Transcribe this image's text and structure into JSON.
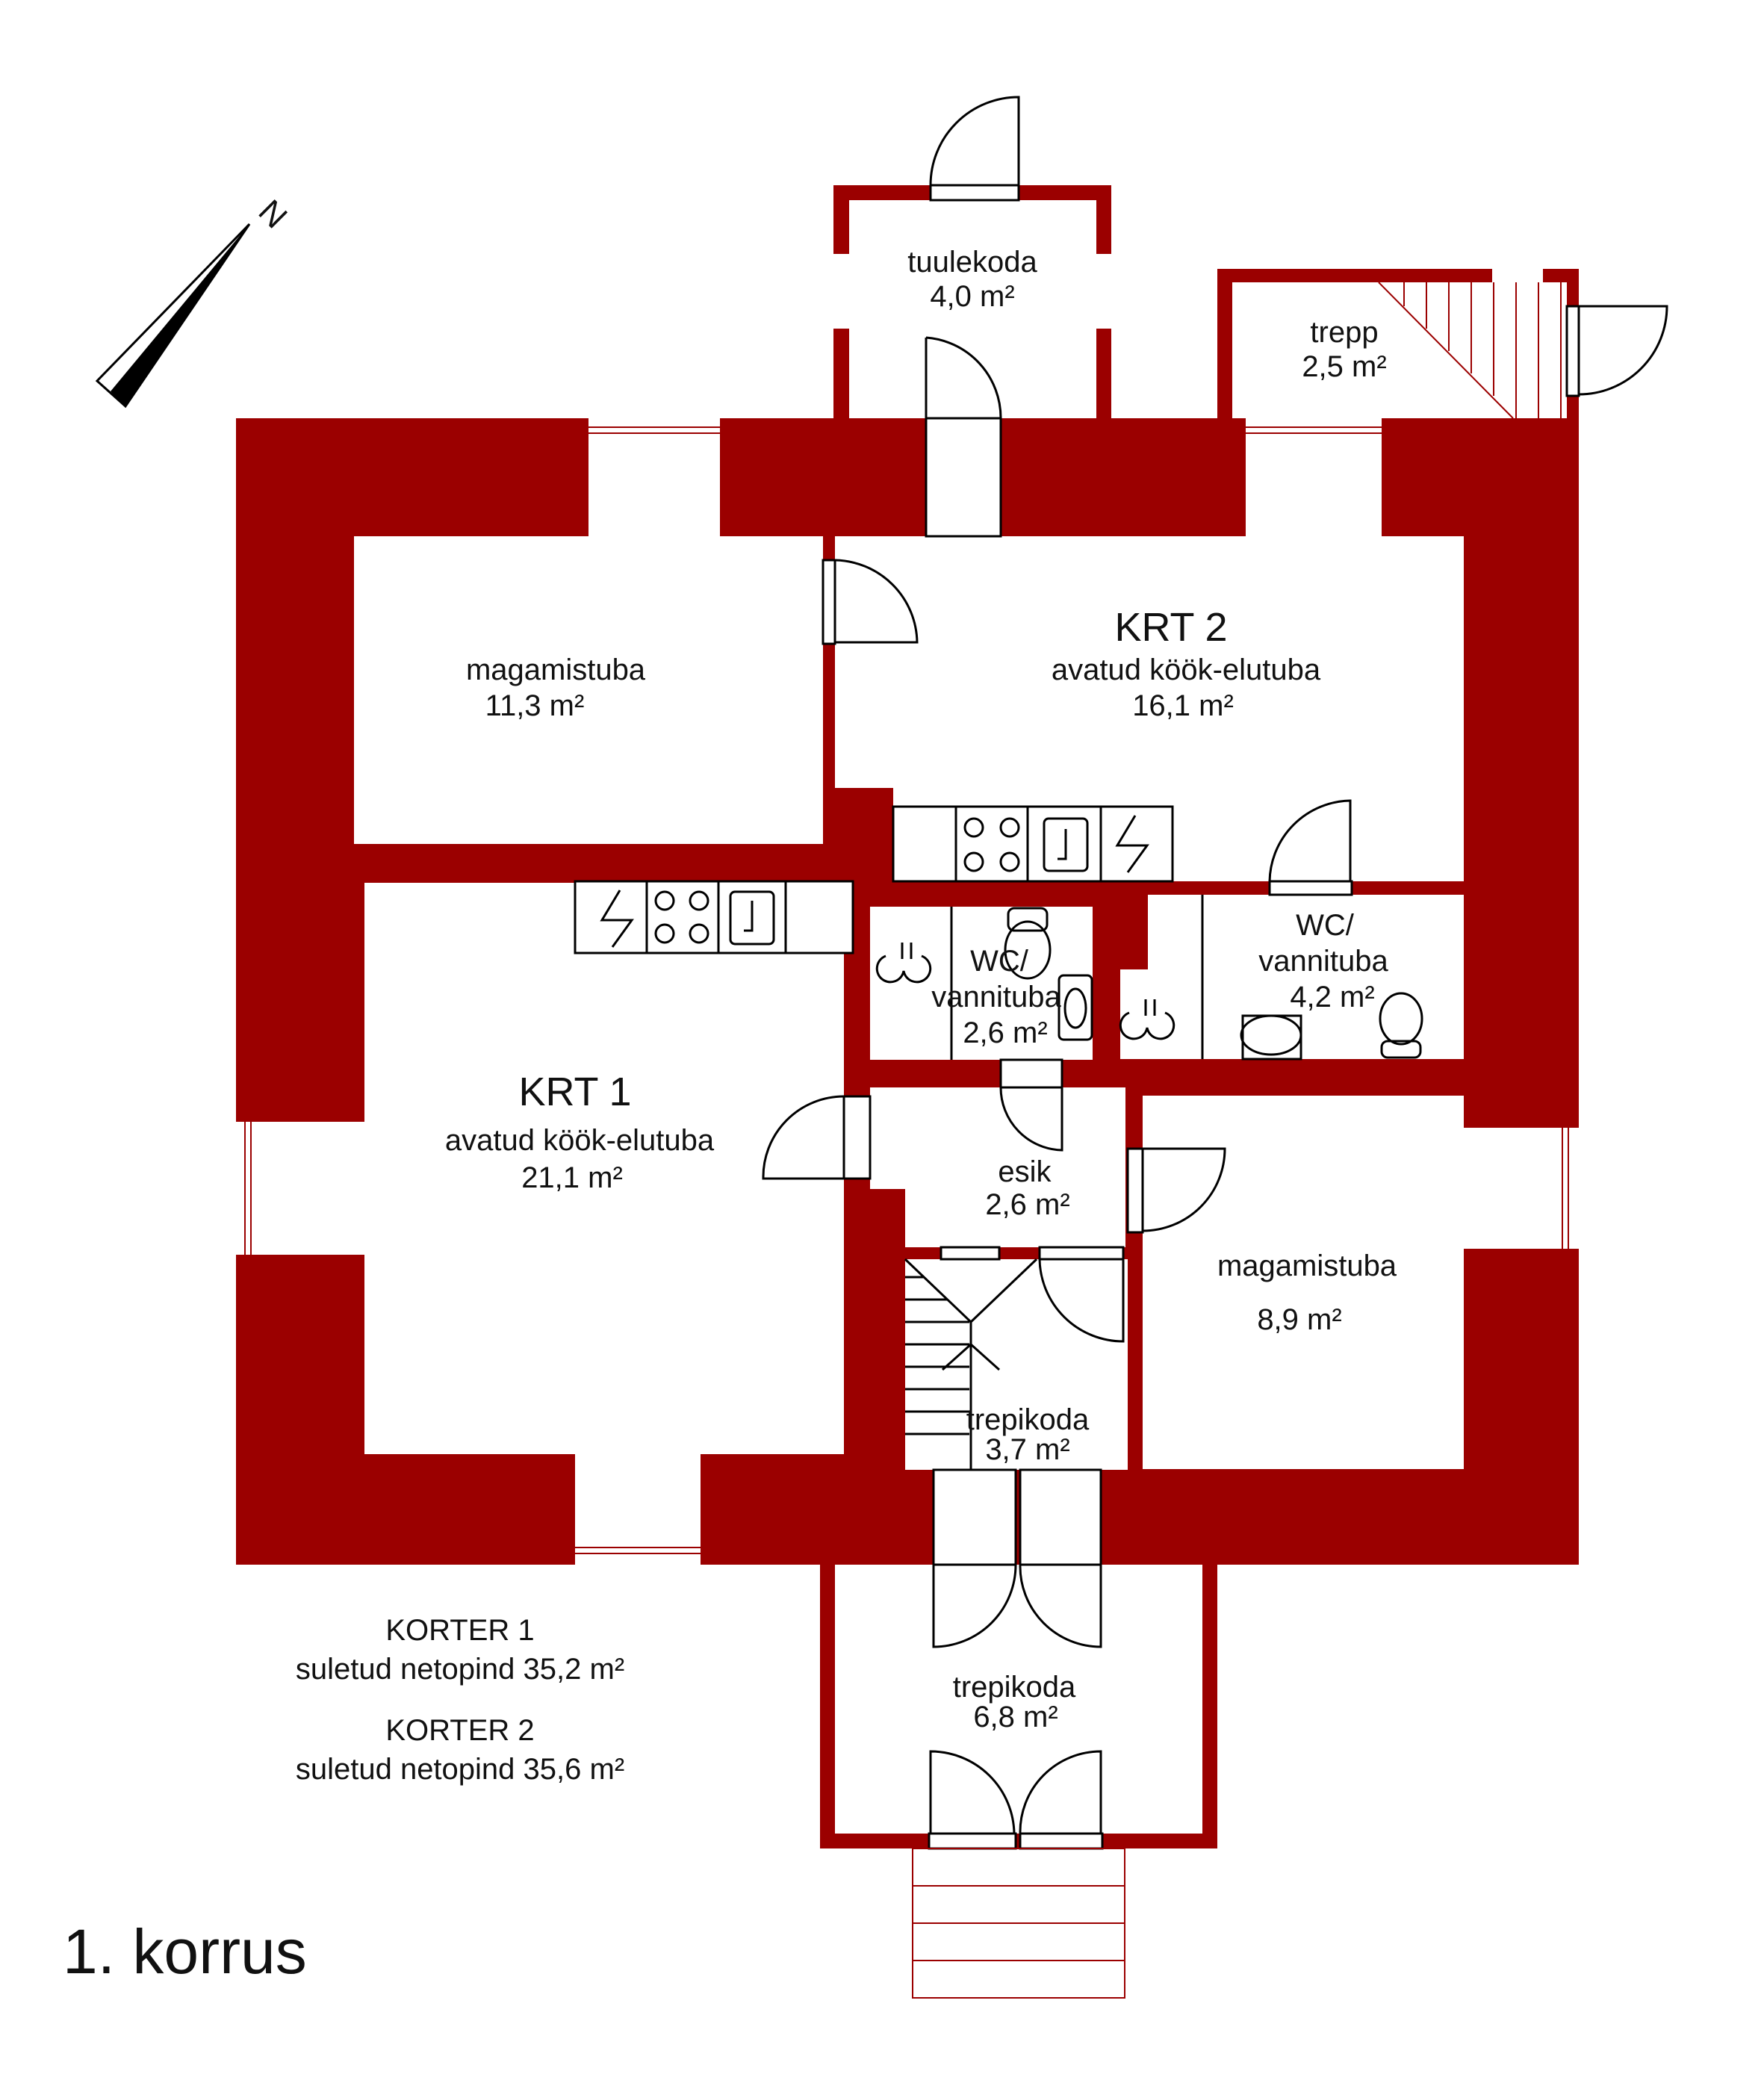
{
  "plan": {
    "title": "1. korrus",
    "north_label": "N",
    "colors": {
      "wall": "#9b0000",
      "background": "#ffffff",
      "line": "#000000"
    },
    "rooms": {
      "tuulekoda": {
        "name": "tuulekoda",
        "area": "4,0 m²"
      },
      "trepp": {
        "name": "trepp",
        "area": "2,5 m²"
      },
      "magamistuba_1": {
        "name": "magamistuba",
        "area": "11,3 m²"
      },
      "krt2": {
        "title": "KRT 2",
        "name": "avatud köök-elutuba",
        "area": "16,1 m²"
      },
      "wc_small": {
        "name_line1": "WC/",
        "name_line2": "vannituba",
        "area": "2,6 m²"
      },
      "wc_large": {
        "name_line1": "WC/",
        "name_line2": "vannituba",
        "area": "4,2 m²"
      },
      "krt1": {
        "title": "KRT 1",
        "name": "avatud köök-elutuba",
        "area": "21,1 m²"
      },
      "esik": {
        "name": "esik",
        "area": "2,6 m²"
      },
      "magamistuba_2": {
        "name": "magamistuba",
        "area": "8,9 m²"
      },
      "trepikoda_inner": {
        "name": "trepikoda",
        "area": "3,7 m²"
      },
      "trepikoda_outer": {
        "name": "trepikoda",
        "area": "6,8 m²"
      }
    },
    "summary": [
      {
        "apartment": "KORTER 1",
        "area": "suletud netopind 35,2 m²"
      },
      {
        "apartment": "KORTER 2",
        "area": "suletud netopind 35,6 m²"
      }
    ]
  }
}
